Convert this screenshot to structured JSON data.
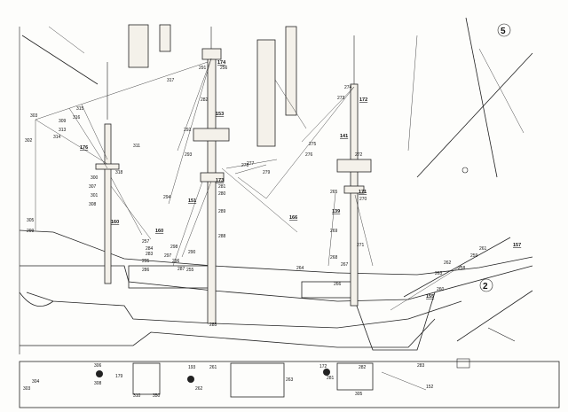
{
  "panel_numbers": {
    "five": "5",
    "two": "2"
  },
  "ref_labels": {
    "main_mast": "174",
    "main_mast_mid": "153",
    "main_top": "173",
    "main_lower": "151",
    "fore_mast": "172",
    "fore_mid": "141",
    "fore_top": "171",
    "fore_lower": "139",
    "mizzen_stay": "176",
    "mizzen_lower": "160",
    "shroud_lower": "160",
    "bowsprit_stay": "166",
    "bowsprit": "157",
    "bowsprit_end": "155"
  },
  "part_labels": {
    "p1": "302",
    "p2": "303",
    "p3": "305",
    "p4": "307",
    "p5": "308",
    "p6": "309",
    "p7": "311",
    "p8": "313",
    "p9": "314",
    "p10": "315",
    "p11": "316",
    "p12": "317",
    "p13": "318",
    "p14": "299",
    "p15": "300",
    "p16": "301",
    "p17": "297",
    "p18": "298",
    "p19": "296",
    "p20": "295",
    "p21": "294",
    "p22": "293",
    "p23": "292",
    "p24": "291",
    "p25": "290",
    "p26": "289",
    "p27": "288",
    "p28": "287",
    "p29": "286",
    "p30": "285",
    "p31": "284",
    "p32": "283",
    "p33": "282",
    "p34": "281",
    "p35": "280",
    "p36": "279",
    "p37": "278",
    "p38": "277",
    "p39": "276",
    "p40": "275",
    "p41": "274",
    "p42": "273",
    "p43": "272",
    "p44": "271",
    "p45": "270",
    "p46": "269",
    "p47": "268",
    "p48": "267",
    "p49": "266",
    "p50": "265",
    "p51": "264",
    "p52": "263",
    "p53": "262",
    "p54": "261",
    "p55": "260",
    "p56": "259",
    "p57": "258",
    "p58": "257",
    "p59": "256",
    "p60": "255"
  },
  "plan_labels": {
    "a": "304",
    "b": "303",
    "c": "179",
    "d": "306",
    "e": "308",
    "f": "310",
    "g": "350",
    "h": "193",
    "i": "262",
    "j": "261",
    "k": "263",
    "l": "172",
    "m": "281",
    "n": "152",
    "o": "283",
    "p": "282",
    "q": "305"
  }
}
